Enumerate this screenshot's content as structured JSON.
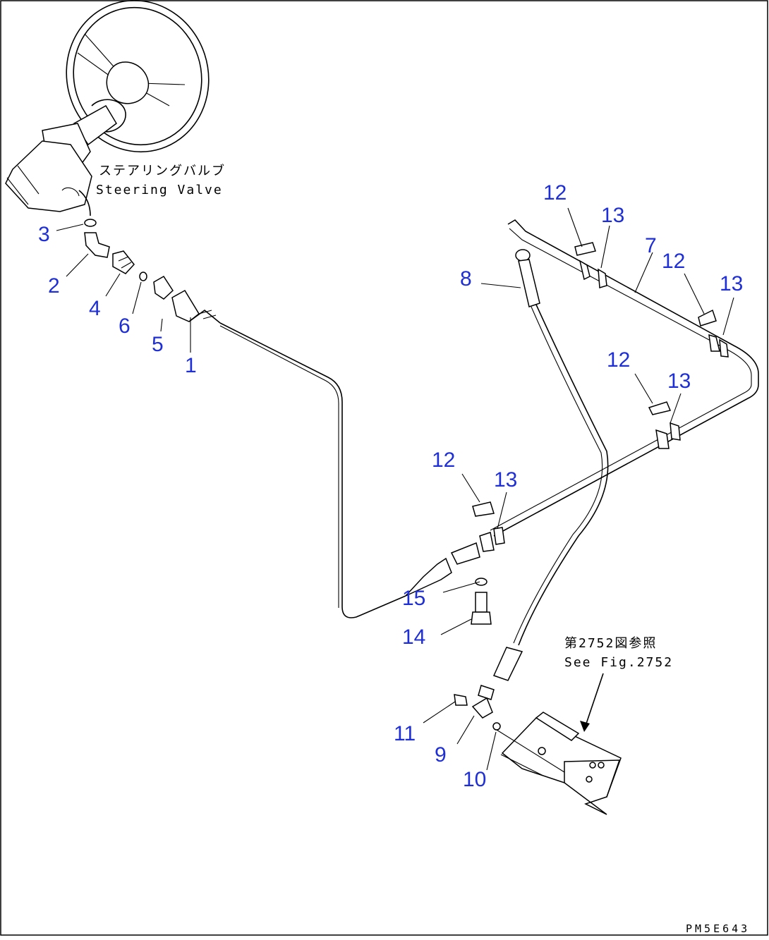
{
  "labels": {
    "callouts": [
      "1",
      "2",
      "3",
      "4",
      "5",
      "6",
      "7",
      "8",
      "9",
      "10",
      "11",
      "12",
      "13",
      "14",
      "15"
    ]
  },
  "notes": {
    "steering_jp": "ステアリングバルブ",
    "steering_en": "Steering Valve",
    "ref_jp": "第2752図参照",
    "ref_en": "See Fig.2752"
  },
  "drawing_code": "PM5E643",
  "colors": {
    "callout": "#1f2fd6",
    "line": "#000000",
    "background": "#ffffff"
  }
}
